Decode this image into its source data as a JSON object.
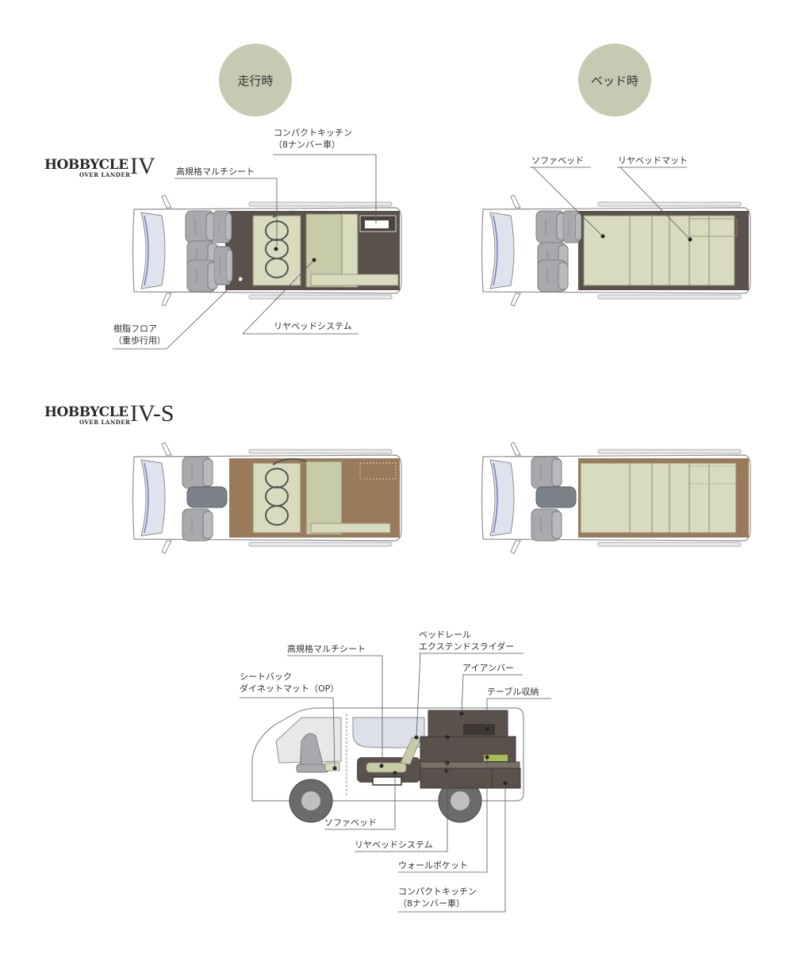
{
  "modes": {
    "driving": "走行時",
    "bed": "ベッド時"
  },
  "models": [
    {
      "brand": "HOBBYCLE",
      "sub": "OVER LANDER",
      "name": "IV"
    },
    {
      "brand": "HOBBYCLE",
      "sub": "OVER LANDER",
      "name": "IV-S"
    }
  ],
  "top_labels": {
    "kitchen_line1": "コンパクトキッチン",
    "kitchen_line2": "（8ナンバー車）",
    "multi_seat": "高規格マルチシート",
    "resin_floor_line1": "樹脂フロア",
    "resin_floor_line2": "（重歩行用）",
    "rear_bed_system": "リヤベッドシステム",
    "sofa_bed": "ソファベッド",
    "rear_bed_mat": "リヤベッドマット"
  },
  "side_labels": {
    "multi_seat": "高規格マルチシート",
    "bed_rail_line1": "ベッドレール",
    "bed_rail_line2": "エクステンドスライダー",
    "seat_back_line1": "シートバック",
    "seat_back_line2": "ダイネットマット（OP）",
    "iron_bar": "アイアンバー",
    "table_storage": "テーブル収納",
    "sofa_bed": "ソファベッド",
    "rear_bed_system": "リヤベッドシステム",
    "wall_pocket": "ウォールポケット",
    "kitchen_line1": "コンパクトキッチン",
    "kitchen_line2": "（8ナンバー車）"
  },
  "colors": {
    "badge": "#c7c9b2",
    "floor_dark": "#5a514d",
    "floor_brown": "#9b7a5c",
    "mat": "#d9dbbf",
    "seat": "#a8a9ad"
  }
}
